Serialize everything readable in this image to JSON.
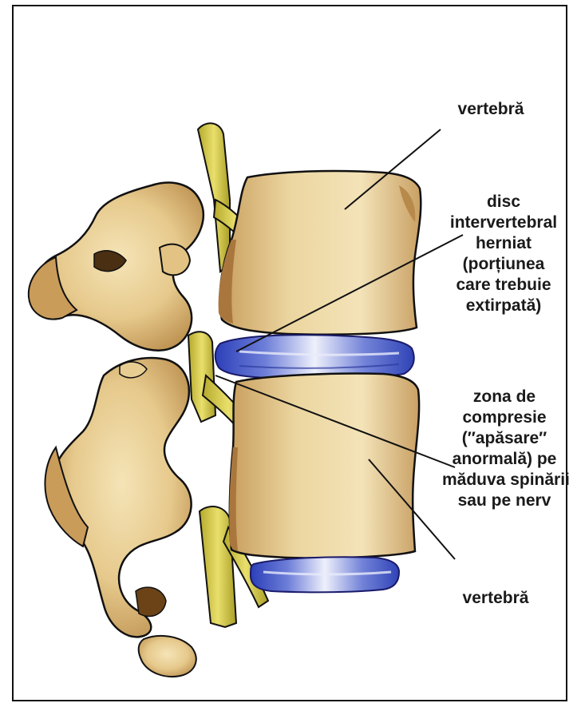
{
  "labels": {
    "vertebra_top": "vertebră",
    "disc": [
      "disc",
      "intervertebral",
      "herniat",
      "(porțiunea",
      "care trebuie",
      "extirpată)"
    ],
    "compression": [
      "zona de",
      "compresie",
      "(″apăsare″",
      "anormală) pe",
      "măduva spinării",
      "sau pe nerv"
    ],
    "vertebra_bottom": "vertebră"
  },
  "colors": {
    "bone": "#e8cf93",
    "bone_shadow": "#b98f4f",
    "bone_dark": "#6e4a22",
    "nerve": "#cfc23d",
    "disc": "#3b4fc4",
    "disc_light": "#cfd4f2",
    "outline": "#111111"
  }
}
